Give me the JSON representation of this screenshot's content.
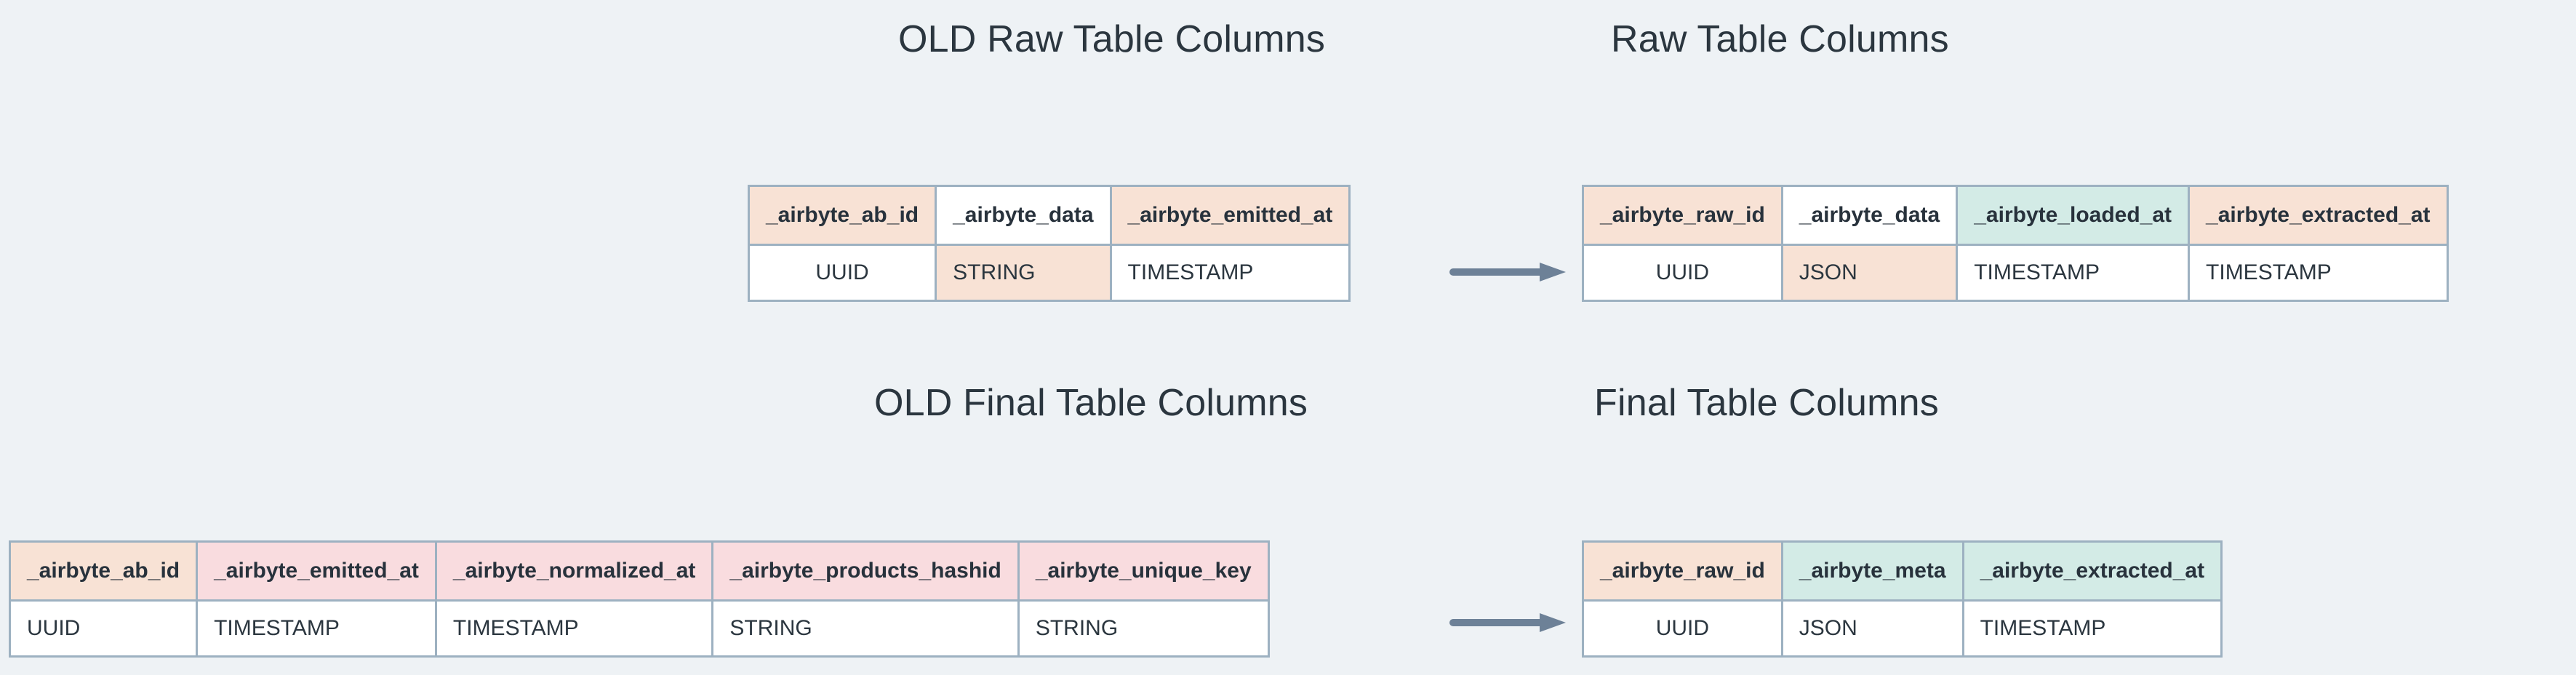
{
  "page": {
    "background_color": "#eef2f5",
    "text_color": "#2b363f"
  },
  "palette": {
    "peach": "#f8e2d5",
    "pink": "#f9dcdf",
    "teal": "#d3ebe6",
    "white": "#ffffff",
    "border": "#9db1c1",
    "arrow": "#6d8197"
  },
  "titles": {
    "old_raw": "OLD Raw Table Columns",
    "new_raw": "Raw Table Columns",
    "old_final": "OLD Final Table Columns",
    "new_final": "Final Table Columns"
  },
  "tables": {
    "old_raw": {
      "columns": [
        {
          "name": "_airbyte_ab_id",
          "type": "UUID",
          "header_fill": "peach",
          "type_fill": "white"
        },
        {
          "name": "_airbyte_data",
          "type": "STRING",
          "header_fill": "white",
          "type_fill": "peach"
        },
        {
          "name": "_airbyte_emitted_at",
          "type": "TIMESTAMP",
          "header_fill": "peach",
          "type_fill": "white"
        }
      ]
    },
    "new_raw": {
      "columns": [
        {
          "name": "_airbyte_raw_id",
          "type": "UUID",
          "header_fill": "peach",
          "type_fill": "white"
        },
        {
          "name": "_airbyte_data",
          "type": "JSON",
          "header_fill": "white",
          "type_fill": "peach"
        },
        {
          "name": "_airbyte_loaded_at",
          "type": "TIMESTAMP",
          "header_fill": "teal",
          "type_fill": "white"
        },
        {
          "name": "_airbyte_extracted_at",
          "type": "TIMESTAMP",
          "header_fill": "peach",
          "type_fill": "white"
        }
      ]
    },
    "old_final": {
      "columns": [
        {
          "name": "_airbyte_ab_id",
          "type": "UUID",
          "header_fill": "peach",
          "type_fill": "white"
        },
        {
          "name": "_airbyte_emitted_at",
          "type": "TIMESTAMP",
          "header_fill": "pink",
          "type_fill": "white"
        },
        {
          "name": "_airbyte_normalized_at",
          "type": "TIMESTAMP",
          "header_fill": "pink",
          "type_fill": "white"
        },
        {
          "name": "_airbyte_products_hashid",
          "type": "STRING",
          "header_fill": "pink",
          "type_fill": "white"
        },
        {
          "name": "_airbyte_unique_key",
          "type": "STRING",
          "header_fill": "pink",
          "type_fill": "white"
        }
      ]
    },
    "new_final": {
      "columns": [
        {
          "name": "_airbyte_raw_id",
          "type": "UUID",
          "header_fill": "peach",
          "type_fill": "white"
        },
        {
          "name": "_airbyte_meta",
          "type": "JSON",
          "header_fill": "teal",
          "type_fill": "white"
        },
        {
          "name": "_airbyte_extracted_at",
          "type": "TIMESTAMP",
          "header_fill": "teal",
          "type_fill": "white"
        }
      ]
    }
  },
  "arrows": {
    "raw": {
      "direction": "right",
      "from": "old_raw",
      "to": "new_raw"
    },
    "final": {
      "direction": "right",
      "from": "old_final",
      "to": "new_final"
    }
  }
}
